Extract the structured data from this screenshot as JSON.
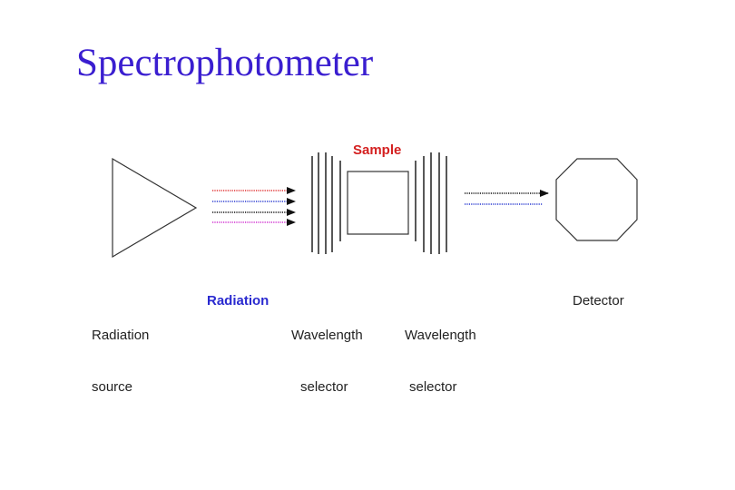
{
  "title": "Spectrophotometer",
  "sample_label": "Sample",
  "labels": {
    "radiation_source": [
      "Radiation",
      "source"
    ],
    "radiation": "Radiation",
    "wavelength_selector_1": [
      "Wavelength",
      "selector"
    ],
    "wavelength_selector_2": [
      "Wavelength",
      "selector"
    ],
    "detector": "Detector"
  },
  "colors": {
    "title": "#3a1ed0",
    "sample_label": "#d42020",
    "radiation_label": "#2a2ad0",
    "ray_red": "#e03030",
    "ray_blue": "#2a3ad0",
    "ray_black": "#111111",
    "ray_magenta": "#d030d0"
  }
}
